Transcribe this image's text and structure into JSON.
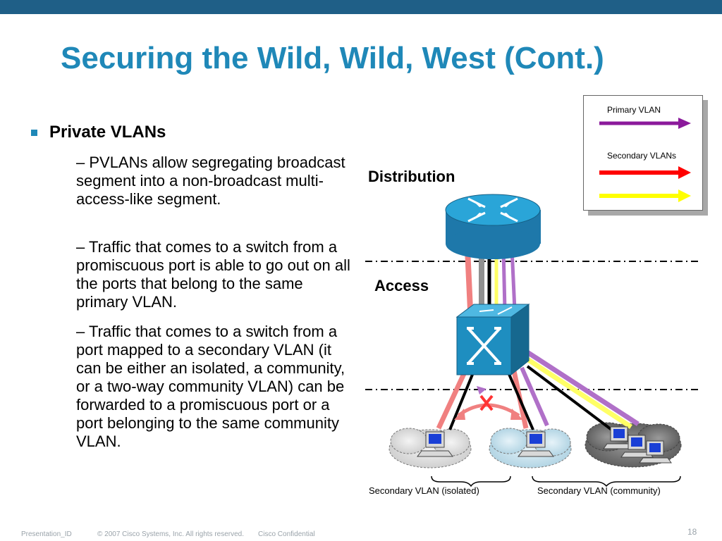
{
  "slide": {
    "title": "Securing the Wild, Wild, West (Cont.)",
    "bullet": "Private VLANs",
    "subs": [
      "– PVLANs allow segregating broadcast segment into a non-broadcast multi-access-like segment.",
      "– Traffic that comes to a switch from a promiscuous port is able to go out on all the ports that belong to the same primary VLAN.",
      "– Traffic that comes to a switch from a port mapped to a secondary VLAN (it can be either an isolated, a community, or a two-way community VLAN) can be forwarded to a promiscuous port or a port belonging to the same community VLAN."
    ]
  },
  "diagram": {
    "distribution_label": "Distribution",
    "access_label": "Access",
    "isolated_caption": "Secondary VLAN  (isolated)",
    "community_caption": "Secondary VLAN (community)",
    "legend": {
      "primary_label": "Primary VLAN",
      "secondary_label": "Secondary VLANs",
      "primary_color": "#8b1a9b",
      "secondary_colors": [
        "#ff0000",
        "#ffff00"
      ]
    }
  },
  "footer": {
    "presentation_id": "Presentation_ID",
    "copyright": "© 2007 Cisco Systems, Inc. All rights reserved.",
    "confidential": "Cisco Confidential",
    "page_number": "18"
  },
  "colors": {
    "title": "#1f88b8",
    "top_bar": "#1f5f87",
    "device_blue": "#1e8ec0"
  }
}
